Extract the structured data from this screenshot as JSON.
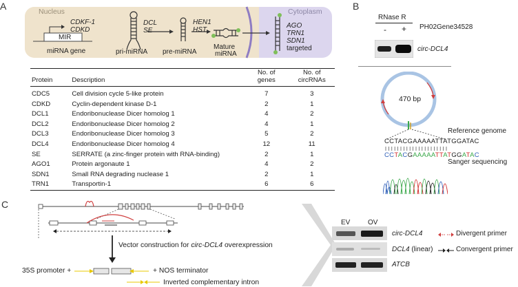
{
  "panels": {
    "a": "A",
    "b": "B",
    "c": "C"
  },
  "pathway": {
    "nucleus_label": "Nucleus",
    "cytoplasm_label": "Cytoplasm",
    "cdkf1": "CDKF-1",
    "cdkd": "CDKD",
    "mir": "MIR",
    "mirna_gene": "miRNA gene",
    "pri_mirna": "pri-miRNA",
    "dcl": "DCL",
    "se": "SE",
    "pre_mirna": "pre-miRNA",
    "hen1": "HEN1",
    "hst": "HST",
    "mature_1": "Mature",
    "mature_2": "miRNA",
    "ago": "AGO",
    "trn1": "TRN1",
    "sdn1": "SDN1",
    "targeted": "targeted"
  },
  "table": {
    "headers": {
      "protein": "Protein",
      "description": "Description",
      "genes_1": "No. of",
      "genes_2": "genes",
      "circ_1": "No. of",
      "circ_2": "circRNAs"
    },
    "rows": [
      {
        "protein": "CDC5",
        "description": "Cell division cycle 5-like protein",
        "genes": "7",
        "circrnas": "3"
      },
      {
        "protein": "CDKD",
        "description": "Cyclin-dependent kinase D-1",
        "genes": "2",
        "circrnas": "1"
      },
      {
        "protein": "DCL1",
        "description": "Endoribonuclease Dicer homolog 1",
        "genes": "4",
        "circrnas": "2"
      },
      {
        "protein": "DCL2",
        "description": "Endoribonuclease Dicer homolog 2",
        "genes": "4",
        "circrnas": "1"
      },
      {
        "protein": "DCL3",
        "description": "Endoribonuclease Dicer homolog 3",
        "genes": "5",
        "circrnas": "2"
      },
      {
        "protein": "DCL4",
        "description": "Endoribonuclease Dicer homolog 4",
        "genes": "12",
        "circrnas": "11"
      },
      {
        "protein": "SE",
        "description": "SERRATE (a zinc-finger protein with RNA-binding)",
        "genes": "2",
        "circrnas": "1"
      },
      {
        "protein": "AGO1",
        "description": "Protein argonaute 1",
        "genes": "4",
        "circrnas": "2"
      },
      {
        "protein": "SDN1",
        "description": "Small RNA degrading nuclease 1",
        "genes": "2",
        "circrnas": "1"
      },
      {
        "protein": "TRN1",
        "description": "Transportin-1",
        "genes": "6",
        "circrnas": "6"
      }
    ]
  },
  "panel_b": {
    "rnase_r": "RNase R",
    "minus": "-",
    "plus": "+",
    "gene_id": "PH02Gene34528",
    "circ_dcl4": "circ-DCL4",
    "size": "470 bp",
    "reference_genome": "Reference genome",
    "sanger": "Sanger sequencing",
    "ref_seq": "CCTACGAAAAATTATGGATAC",
    "sanger_seq": "CCTACGAAAAATTATGGATAC"
  },
  "panel_c": {
    "vector_construction_prefix": "Vector construction for ",
    "vector_construction_italic": "circ-DCL4",
    "vector_construction_suffix": " overexpression",
    "promoter": "35S promoter",
    "plus_sign": "+",
    "terminator": "NOS terminator",
    "inverted_intron": "Inverted complementary intron",
    "ev": "EV",
    "ov": "OV",
    "gel_circ": "circ-DCL4",
    "gel_dcl4": "DCL4",
    "gel_linear": " (linear)",
    "gel_atcb": "ATCB",
    "divergent": "Divergent primer",
    "convergent": "Convergent primer"
  },
  "colors": {
    "nucleus_fill": "#efe3cc",
    "cytoplasm_fill": "#dcd6ee",
    "membrane": "#8e7cc3",
    "circle": "#a9c4e4",
    "red_arrow": "#d04040",
    "yellow_arrow": "#e8c800",
    "sanger_green": "#3aa84a",
    "sanger_blue": "#2f5fb8",
    "sanger_red": "#d33030",
    "sanger_black": "#222222"
  }
}
